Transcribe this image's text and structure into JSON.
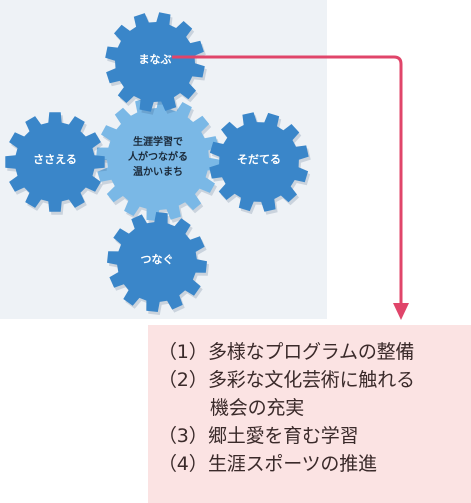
{
  "colors": {
    "gear_outer": "#3a86c9",
    "gear_center": "#7ab8e6",
    "panel_bg": "#eef2f6",
    "arrow": "#e0456a",
    "list_bg": "#fbe3e3"
  },
  "gears": {
    "top": "まなぶ",
    "left": "ささえる",
    "right": "そだてる",
    "bottom": "つなぐ"
  },
  "center": {
    "lines": [
      "生涯学習で",
      "人がつながる",
      "温かいまち"
    ]
  },
  "list": {
    "items": [
      {
        "num": "（1）",
        "text": "多様なプログラムの整備"
      },
      {
        "num": "（2）",
        "text": "多彩な文化芸術に触れる",
        "text2": "機会の充実"
      },
      {
        "num": "（3）",
        "text": "郷土愛を育む学習"
      },
      {
        "num": "（4）",
        "text": "生涯スポーツの推進"
      }
    ]
  }
}
